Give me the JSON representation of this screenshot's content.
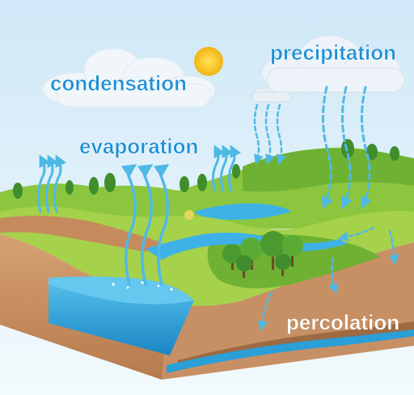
{
  "labels": {
    "condensation": "condensation",
    "precipitation": "precipitation",
    "evaporation": "evaporation",
    "percolation": "percolation"
  },
  "colors": {
    "sky_top": "#cfe8f7",
    "sky_bottom": "#eaf6fc",
    "water": "#2aa9e0",
    "water_dark": "#1a86c4",
    "arrow": "#4fb9e6",
    "label_blue": "#1c8fd6",
    "grass_light": "#9fcf3e",
    "grass_dark": "#5da82e",
    "soil": "#c58b5d",
    "soil_dark": "#8a5a35",
    "cloud": "#f4f8fb",
    "sun": "#f6c21c"
  },
  "icons": [
    "cloud-icon",
    "sun-icon",
    "tree-icon",
    "arrow-up-icon",
    "arrow-down-icon"
  ]
}
